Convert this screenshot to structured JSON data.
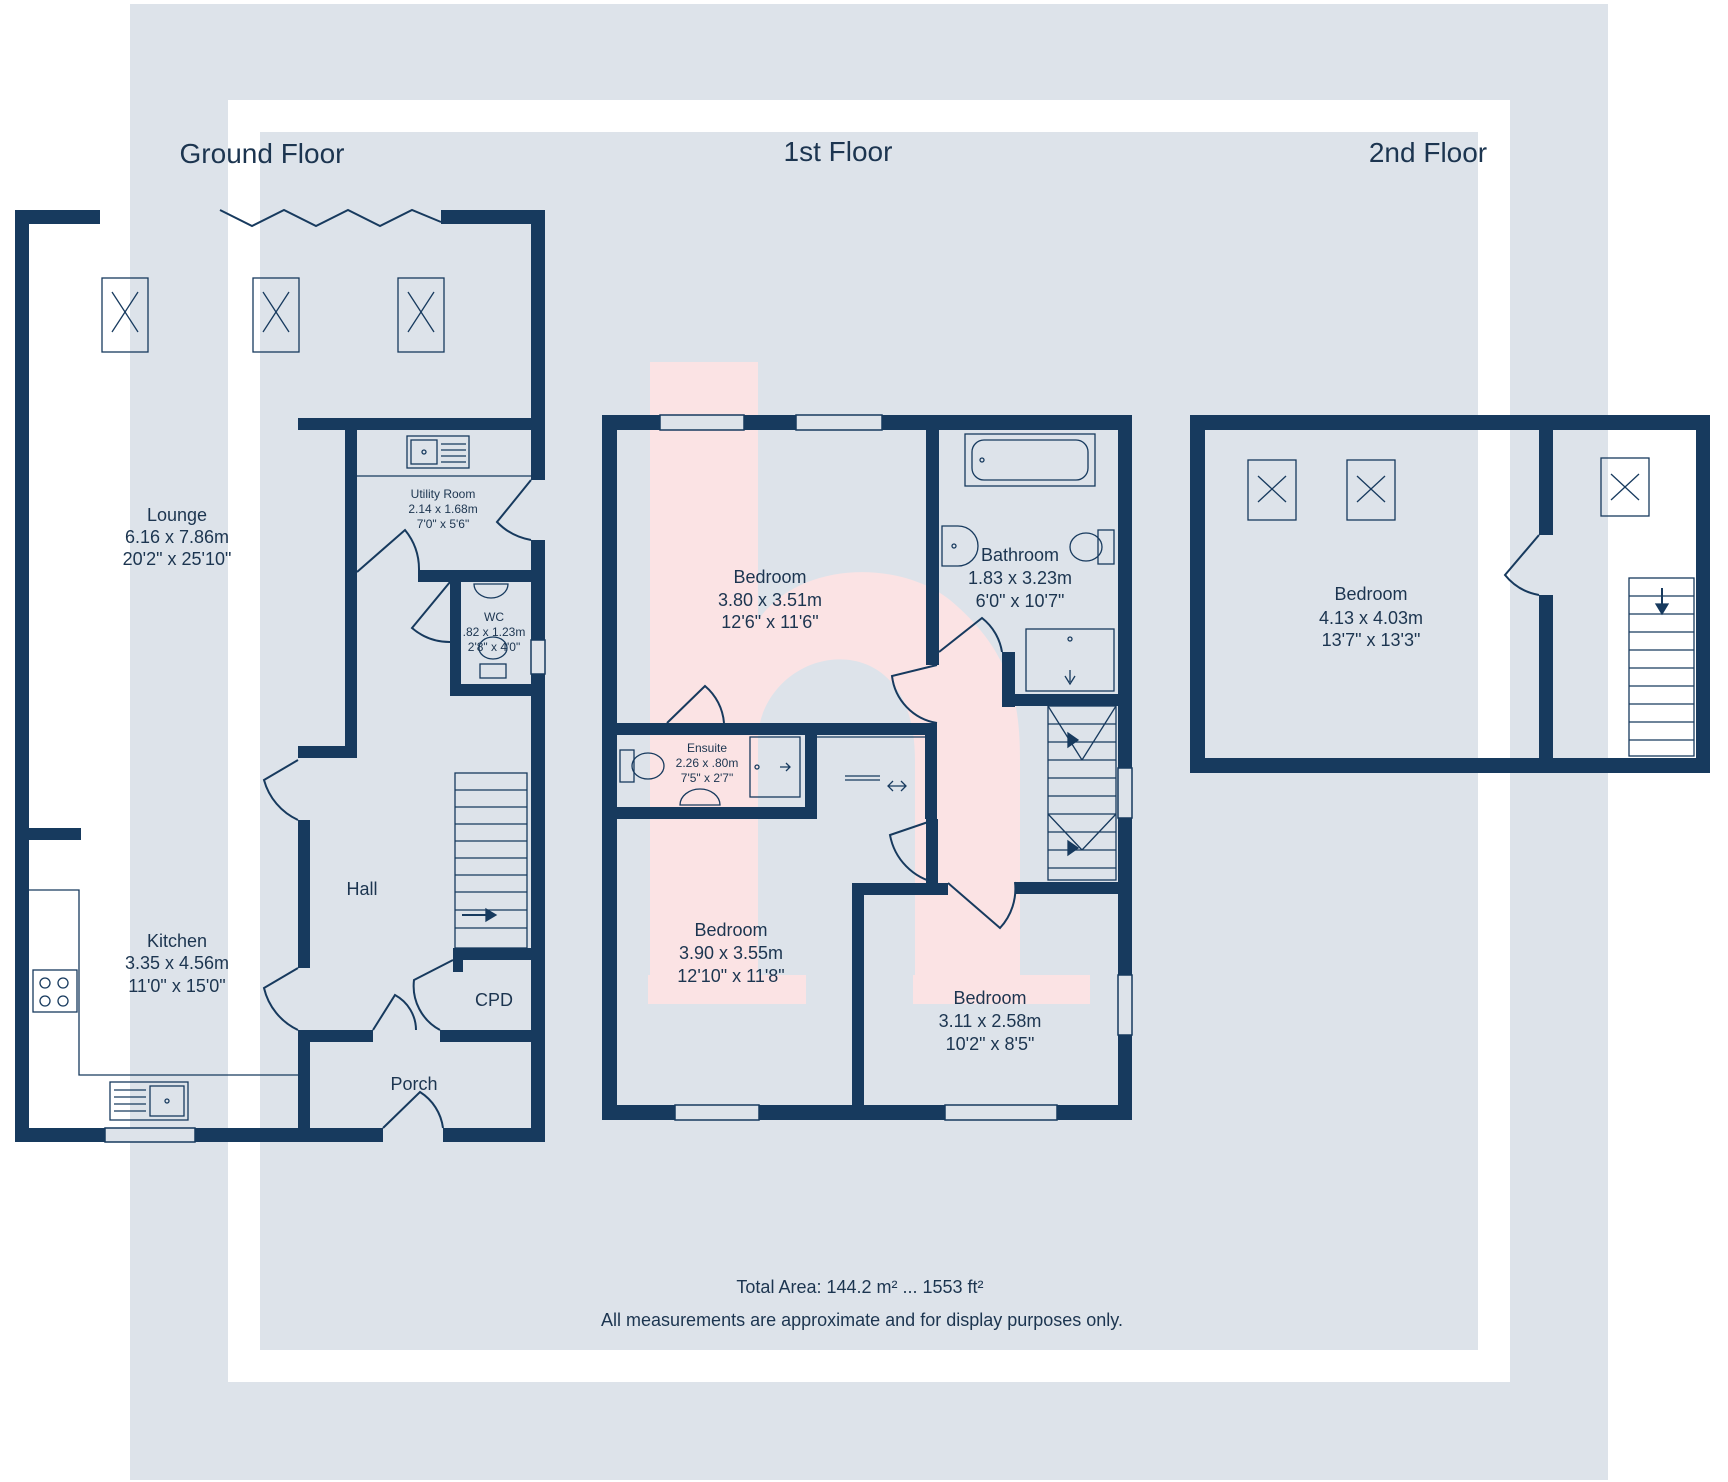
{
  "floors": {
    "ground": "Ground Floor",
    "first": "1st Floor",
    "second": "2nd Floor"
  },
  "rooms": {
    "lounge": {
      "name": "Lounge",
      "metric": "6.16 x 7.86m",
      "imperial": "20'2\" x 25'10\""
    },
    "utility": {
      "name": "Utility Room",
      "metric": "2.14 x 1.68m",
      "imperial": "7'0\" x 5'6\""
    },
    "wc": {
      "name": "WC",
      "metric": ".82 x 1.23m",
      "imperial": "2'8\" x 4'0\""
    },
    "hall": {
      "name": "Hall"
    },
    "kitchen": {
      "name": "Kitchen",
      "metric": "3.35 x 4.56m",
      "imperial": "11'0\" x 15'0\""
    },
    "cpd": {
      "name": "CPD"
    },
    "porch": {
      "name": "Porch"
    },
    "bedroom1": {
      "name": "Bedroom",
      "metric": "3.80 x 3.51m",
      "imperial": "12'6\" x 11'6\""
    },
    "bathroom": {
      "name": "Bathroom",
      "metric": "1.83 x 3.23m",
      "imperial": "6'0\" x 10'7\""
    },
    "ensuite": {
      "name": "Ensuite",
      "metric": "2.26 x .80m",
      "imperial": "7'5\" x 2'7\""
    },
    "bedroom2": {
      "name": "Bedroom",
      "metric": "3.90 x 3.55m",
      "imperial": "12'10\" x 11'8\""
    },
    "bedroom3": {
      "name": "Bedroom",
      "metric": "3.11 x 2.58m",
      "imperial": "10'2\" x 8'5\""
    },
    "bedroom4": {
      "name": "Bedroom",
      "metric": "4.13 x 4.03m",
      "imperial": "13'7\" x 13'3\""
    }
  },
  "footer": {
    "area": "Total Area: 144.2 m² ... 1553 ft²",
    "disclaimer": "All measurements are approximate and for display purposes only."
  },
  "colors": {
    "wall": "#173a5e",
    "watermark_frame": "#dde3ea",
    "watermark_logo": "#fbe3e4",
    "text": "#1c3550"
  },
  "icons": [
    "skylight-icon",
    "sink-icon",
    "bath-icon",
    "toilet-icon",
    "basin-icon",
    "shower-icon",
    "hob-icon",
    "staircase-icon",
    "sliding-door-icon"
  ]
}
